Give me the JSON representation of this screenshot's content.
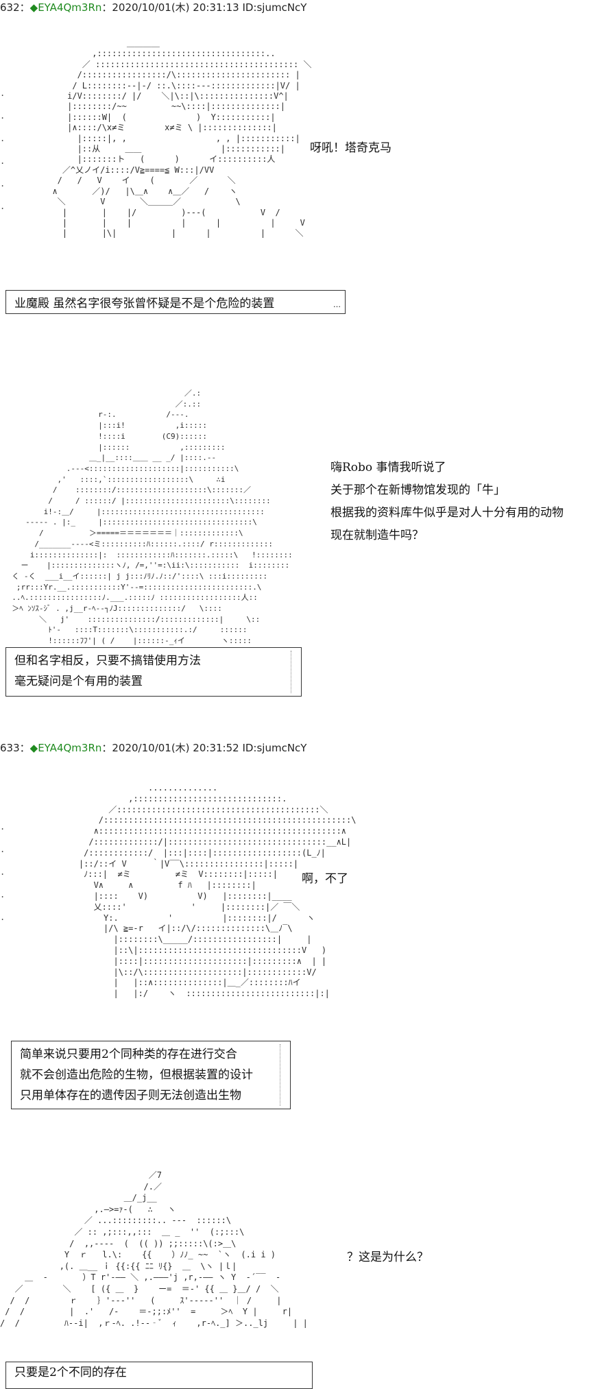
{
  "posts": [
    {
      "header": {
        "number": "632",
        "sep": "：",
        "diamond": "◆",
        "trip": "EYA4Qm3Rn",
        "datetime": "：2020/10/01(木) 20:31:13 ID:sjumcNcY"
      },
      "speech": [
        "呀吼！塔奇克马"
      ],
      "narration": [
        "业魔殿 虽然名字很夸张曾怀疑是不是个危险的装置"
      ]
    },
    {
      "speech": [
        "嗨Robo 事情我听说了",
        "关于那个在新博物馆发现的「牛」",
        "根据我的资料库牛似乎是对人十分有用的动物",
        "现在就制造牛吗？"
      ],
      "narration": [
        "但和名字相反，只要不搞错使用方法",
        "毫无疑问是个有用的装置"
      ]
    },
    {
      "header": {
        "number": "633",
        "sep": "：",
        "diamond": "◆",
        "trip": "EYA4Qm3Rn",
        "datetime": "：2020/10/01(木) 20:31:52 ID:sjumcNcY"
      },
      "speech": [
        "啊，不了"
      ],
      "narration": [
        "简单来说只要用2个同种类的存在进行交合",
        "就不会创造出危险的生物，但根据装置的设计",
        "只用单体存在的遗传因子则无法创造出生物"
      ]
    },
    {
      "speech": [
        "？这是为什么？"
      ],
      "narration": [
        "只要是2个不同的存在"
      ]
    }
  ],
  "ascii_art": {
    "art1": "                 ＿＿＿＿\n          ,::::::::::::::::::::::::::::::::::..\n        ／ ::::::::::::::::::::::::::::::::::::::::: ＼\n       /:::::::::::::::::/\\::::::::::::::::::::::: |\n      / L::::::::-‐|-/ ::.\\::::-‐‐:::::::::::::|V/ |\n     i/V::::::::/ |/    ＼|\\::|\\:::::::::::::::V^|\n     |::::::::/~~         ~~\\::::|::::::::::::::|\n     |::::::W|  (              )  Y:::::::::::|\n     |∧::::/\\x≠ミ        x≠ミ \\ |::::::::::::::|\n       |:::::|, ,                  , , |:::::::::::|\n       |::从     ＿＿                |:::::::::::|\n       |:::::::ト   (      )      イ::::::::::人\n    ／^乂ノイ/i::::/V≧====≦ W:::|/VV\n   /   /   V    イ    (       ／      ＼\n  ∧       ／)/   |\\＿∧    ∧＿／   /    ヽ\n   ＼       V       ＼＿＿＿／           \\\n    |       |    |/         )---(           V  /\n    |       |    |          |      |          |     V\n    |       |\\|           |      |          |      ＼",
    "art2": "                                        ／.:\n                                      ／:.::\n                     r‐:.           /‐‐-.\n                     |:::i!           ,i:::::\n                     !::::i        (C9)::::::\n                     |::::::           ,:::::::::\n                   ＿_|__::::＿＿ __ _/ |::::.-‐\n              .--‐<::::::::::::::::::::|:::::::::::\\\n            ,'   ::::,`::::::::::::::::::\\     ∴i\n           /    ::::::::/::::::::::::::::::::\\:::::::／\n          /     / ::::::/ |:::::::::::::::::::::::\\::::::::\n         i!‐:＿/     |::::::::::::::::::::::::::::::::::::\n     ----- . |:_     |:::::::::::::::::::::::::::::::::\\\n        /          ＞=====＝＝＝＝＝＝＝｜:::::::::::::\\\n       /_______---‐<ミ::::::::::ﾊ::::::.::::/ r:::::::::::::\n      i::::::::::::::|:  ::::::::::::ﾊ:::::::.:::::\\   !::::::::\n    ー    |::::::::::::::ヽﾉ, /=,''=:\\ii:\\:::::::::::  i::::::::\n  く -く  ___i__イ::::::| j j:::ﾉﾘﾉ.ﾉ::/'::::\\ :::i:::::::::\n   ;rr:::Yr.__.:::::::::::Y'‐‐=::::::::::::::::::::::::.\\\n  ..ﾍ.::::::::::::::::ﾉ.___.:::::ﾉ ::::::::::::::::::人::\n  ＞ﾍ ﾝｿｽ-ｼﾞ . ,j__r‐ﾍ‐‐┐ﾉJ::::::::::::::/   \\::::\n        ＼   j'    :::::::::::::::/:::::::::::::|     \\::\n          ﾄ'‐   ::::T:::::::\\:::::::::::.:/     ::::::\n          !::::::ﾌﾌ'| ( /    |::::::‐_ｨイ        ヽ:::::",
    "art3": "                  ..............\n              ,::::::::::::::::::::::::::::::.\n          ／:::::::::::::::::::::::::::::::::::::::::＼\n        /::::::::::::::::::::::::::::::::::::::::::::::::::\\\n       ∧:::::::::::::::::::::::::::::::::::::::::::::::::∧\n      /:::::::::::::/|::::::::::::::::::::::::::::::::__∧L|\n     /::::::::::::/  |:::|::::|::::::::::::::::::(L_ﾉ|\n    |::/::イ V     ｀|V‾‾\\::::::::::::::::|:::::|\n     ﾉ:::|  ≠ミ         ≠ミ  V::::::::|:::::|\n       V∧     ∧         f ﾊ   |::::::::|\n       |::::    V)          V)   |::::::::|____\n       乂::::'             '     |::::::::|／ ￣＼\n         Y:.          '          |::::::::|/      ヽ\n         |/\\ ≧=-r   イ|::/\\/::::::::::::::\\＿ﾉ‾\\\n           |::::::::\\_____/:::::::::::::::::|     |\n           |::\\|:::::::::::::::::::::::::::::::::V   )\n           |::::|:::::::::::::::::::::|:::::::::∧  | |\n           |\\::/\\::::::::::::::::::::|::::::::::::V/\n           |   |::∧::::::::::::::|＿_／::::::::ﾊイ\n           |   |:/    ヽ  ::::::::::::::::::::::::::|:|",
    "art4": "                              ／7\n                             /.／\n                         ＿/_j__\n                   ,.―>=ｧ‐(   ∴   ヽ\n                 ／ ...:::::::::.. ‐‐‐  ::::::\\\n               ／ :: ,;:::,,:::  ＿ _  ''  (:;:::\\\n              /  ,,-‐‐‐  (  (( )) ;;:::::\\(:>＿\\\n             Y  ｒ   l.\\:    {{    ）ﾉﾉ_ ~~  `ヽ  (.i i )\n            ,(. ＿__ ｉ {{:{{ ﾆﾆ ﾘ{}  ＿  \\ヽ |ｌ|\n     ＿  ‐       ）T r'‐―― ＼ ,.―――'j ,r,‐―― ヽ Y  ‐´‾‾  ‐\n   ／        ＼    [ ({ ＿  }    ー=  ＝‐' {{ ＿ }＿/ /  ＼\n  /  /        ｒ    ｝'‐‐‐''   (     ｽ'‐‐‐‐‐''  ｜ /     |\n /  /         |  .'   /-    ＝‐;;:ﾒ''  =     ＞ﾍ  Y |     r|\n/  /         ﾊ-‐i|  ,ｒ‐ﾍ. .!‐‐‐ﾞ  ｨ    ,r‐ﾍ._] ＞.._lj     | |"
  }
}
